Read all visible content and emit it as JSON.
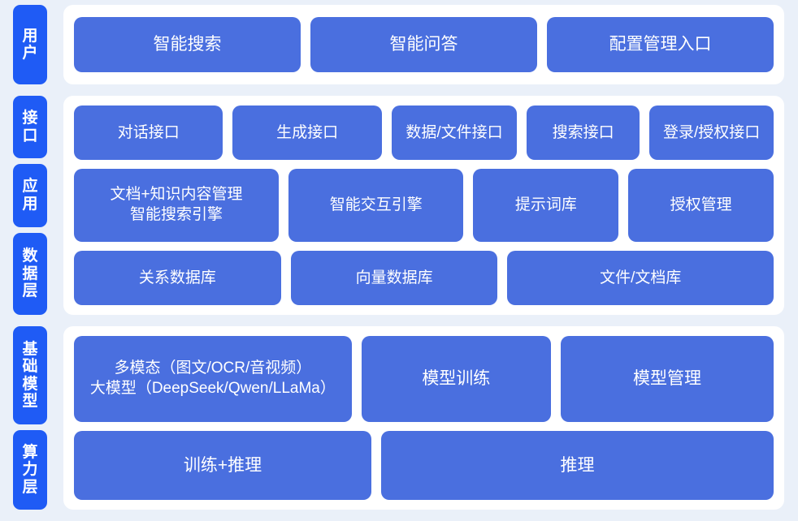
{
  "colors": {
    "page_background": "#eaf0f9",
    "panel_background": "#ffffff",
    "rail_tile": "#1f5bf5",
    "card": "#4a6fdf",
    "card_text": "#ffffff"
  },
  "bands": [
    {
      "id": "user",
      "rails": [
        {
          "label": "用户"
        }
      ],
      "rows": [
        {
          "id": "user-row",
          "cards": [
            {
              "label": "智能搜索",
              "flex": 1
            },
            {
              "label": "智能问答",
              "flex": 1
            },
            {
              "label": "配置管理入口",
              "flex": 1
            }
          ]
        }
      ]
    },
    {
      "id": "middle",
      "rails": [
        {
          "label": "接口"
        },
        {
          "label": "应用"
        },
        {
          "label": "数据层"
        }
      ],
      "rows": [
        {
          "id": "interface-row",
          "cards": [
            {
              "label": "对话接口",
              "flex": 1.12
            },
            {
              "label": "生成接口",
              "flex": 1.12
            },
            {
              "label": "数据/文件接口",
              "flex": 0.93
            },
            {
              "label": "搜索接口",
              "flex": 0.83
            },
            {
              "label": "登录/授权接口",
              "flex": 0.92
            }
          ]
        },
        {
          "id": "application-row",
          "cards": [
            {
              "label": "文档+知识内容管理\n智能搜索引擎",
              "flex": 1.18,
              "multiline": true
            },
            {
              "label": "智能交互引擎",
              "flex": 1.0
            },
            {
              "label": "提示词库",
              "flex": 0.82
            },
            {
              "label": "授权管理",
              "flex": 0.82
            }
          ]
        },
        {
          "id": "data-row",
          "cards": [
            {
              "label": "关系数据库",
              "flex": 1.0
            },
            {
              "label": "向量数据库",
              "flex": 1.0
            },
            {
              "label": "文件/文档库",
              "flex": 1.3
            }
          ]
        }
      ]
    },
    {
      "id": "base",
      "rails": [
        {
          "label": "基础模型"
        },
        {
          "label": "算力层"
        }
      ],
      "rows": [
        {
          "id": "foundation-model-row",
          "cards": [
            {
              "label": "多模态（图文/OCR/音视频）\n大模型（DeepSeek/Qwen/LLaMa）",
              "flex": 1.49,
              "multiline": true
            },
            {
              "label": "模型训练",
              "flex": 1.0
            },
            {
              "label": "模型管理",
              "flex": 1.13
            }
          ]
        },
        {
          "id": "compute-row",
          "cards": [
            {
              "label": "训练+推理",
              "flex": 1.0
            },
            {
              "label": "推理",
              "flex": 1.33
            }
          ]
        }
      ]
    }
  ]
}
